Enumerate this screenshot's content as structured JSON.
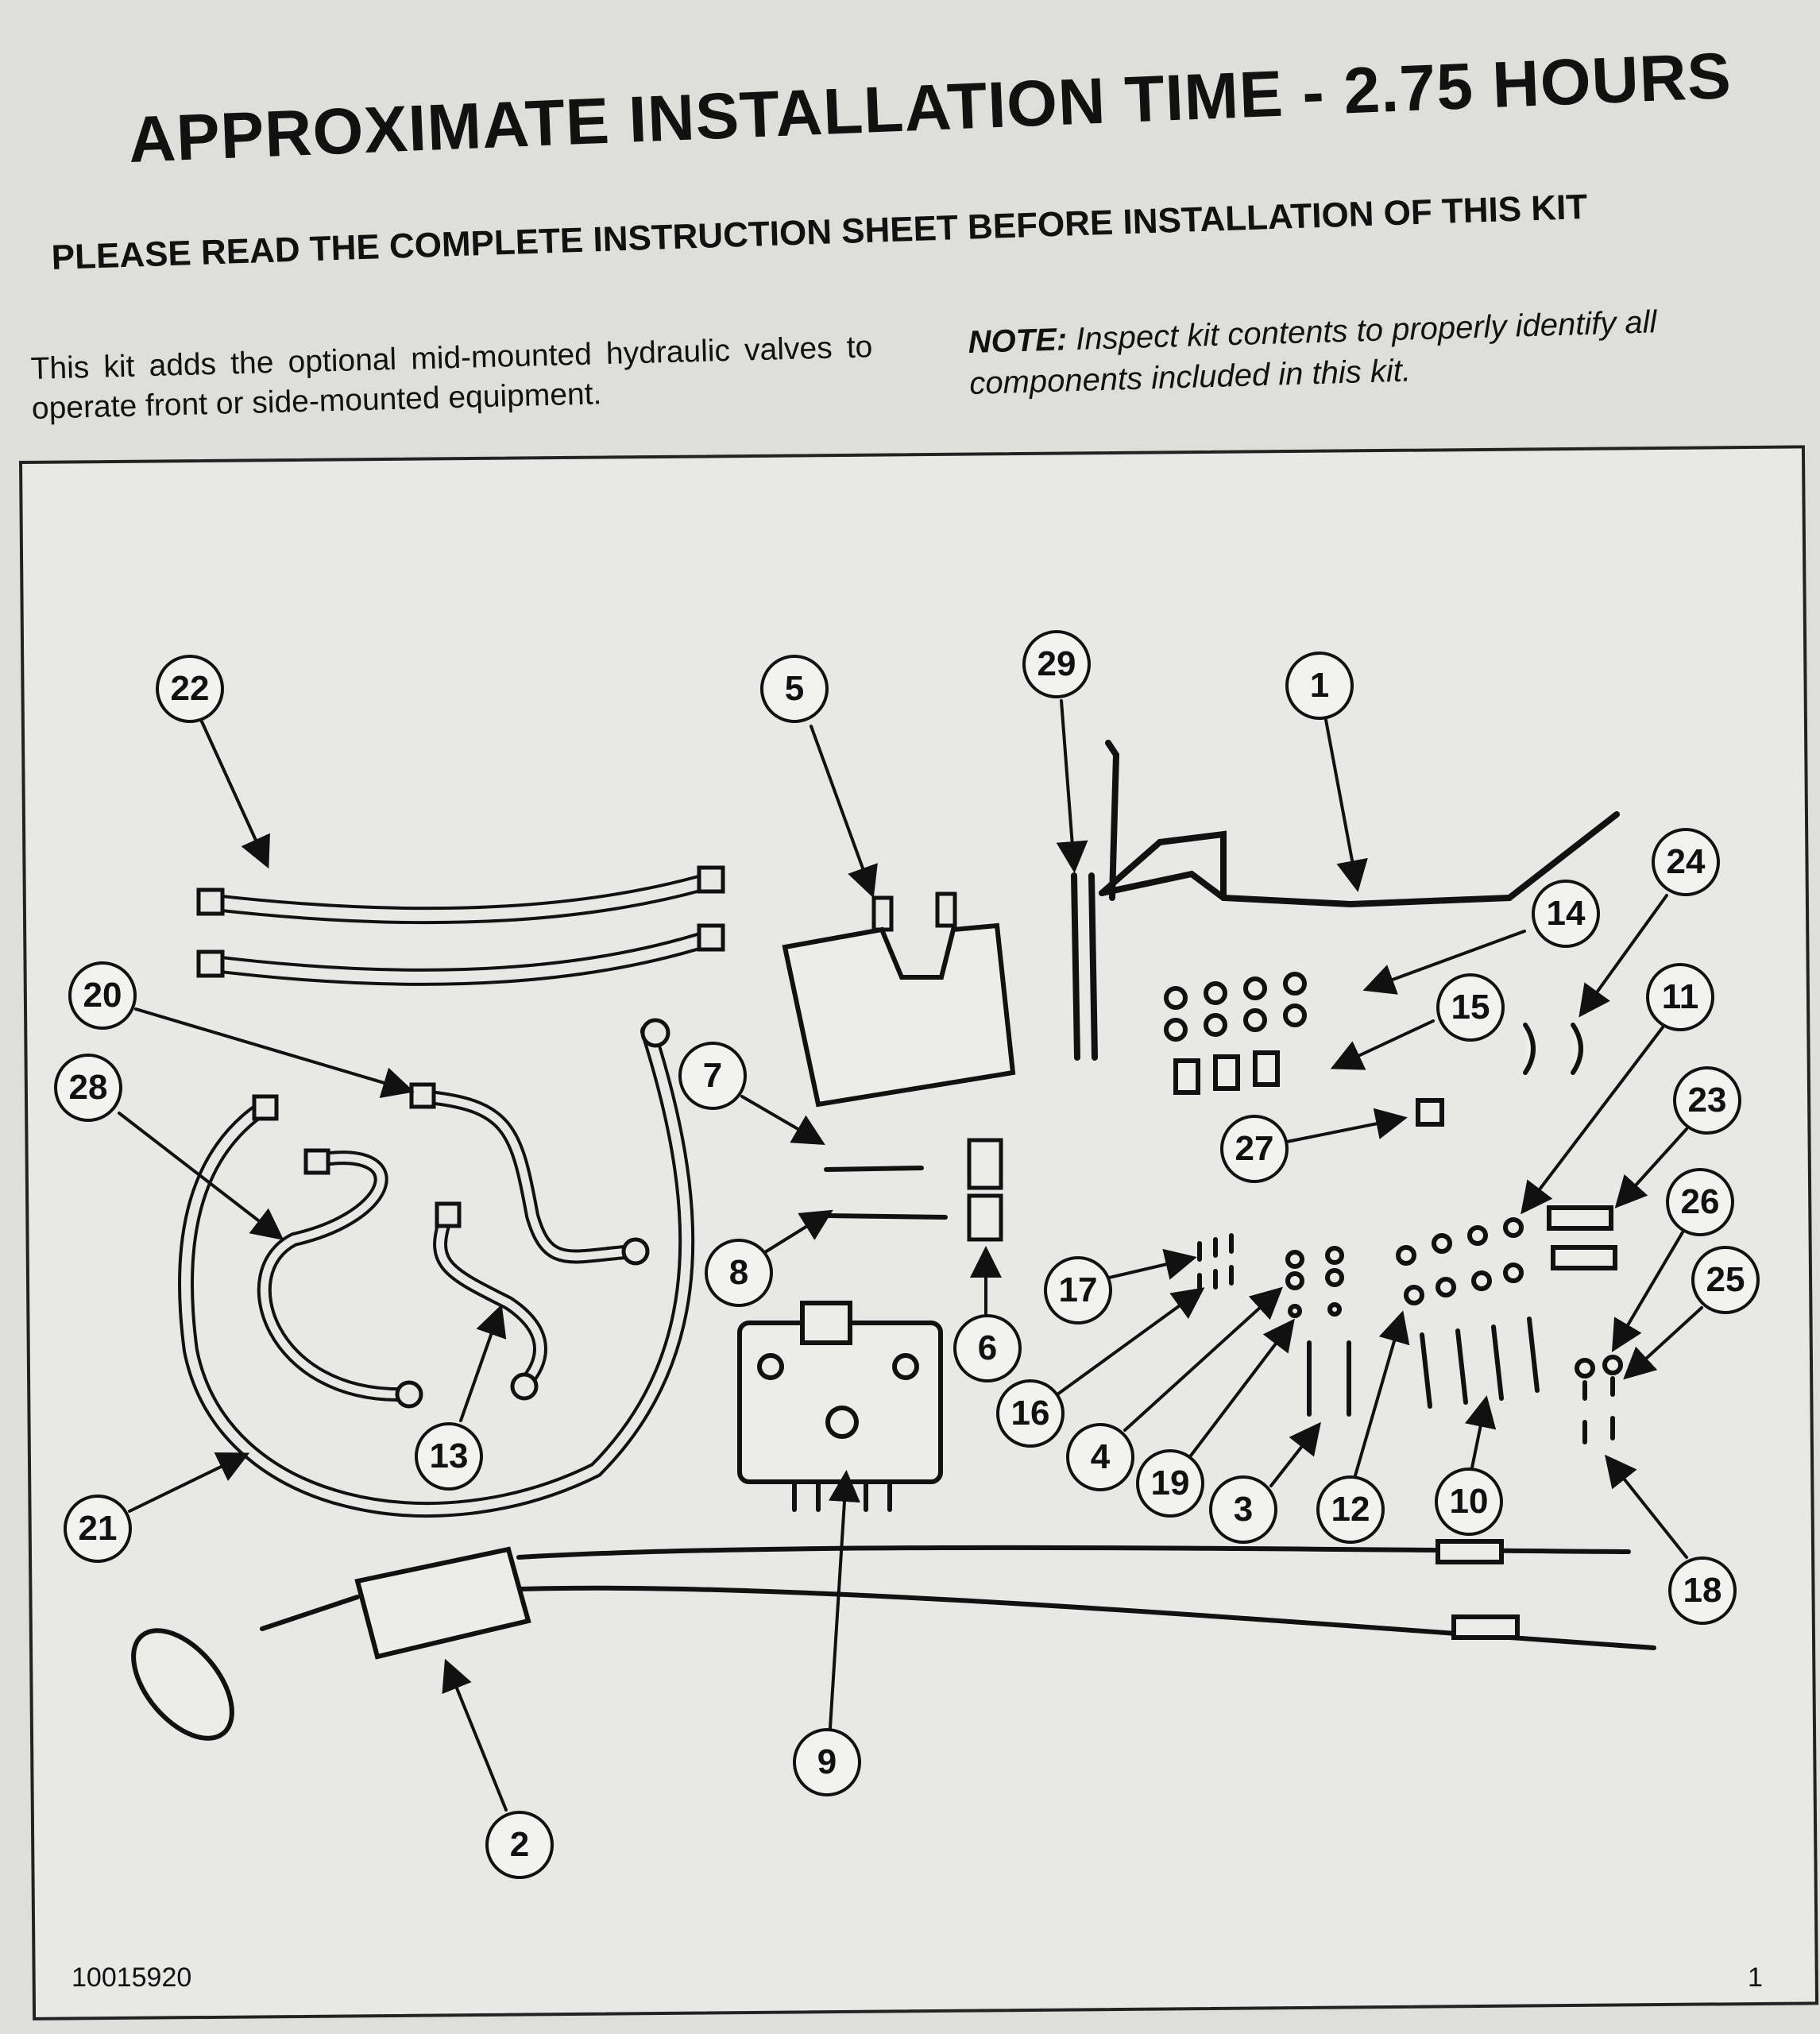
{
  "header": {
    "title": "APPROXIMATE INSTALLATION TIME - 2.75 HOURS",
    "subtitle": "PLEASE READ THE COMPLETE INSTRUCTION SHEET BEFORE INSTALLATION OF THIS KIT"
  },
  "intro": "This kit adds the optional mid-mounted hydraulic valves to operate front or side-mounted equipment.",
  "note": {
    "label": "NOTE:",
    "text": " Inspect kit contents to properly identify all components included in this kit."
  },
  "callouts": {
    "c1": "1",
    "c2": "2",
    "c3": "3",
    "c4": "4",
    "c5": "5",
    "c6": "6",
    "c7": "7",
    "c8": "8",
    "c9": "9",
    "c10": "10",
    "c11": "11",
    "c12": "12",
    "c13": "13",
    "c14": "14",
    "c15": "15",
    "c16": "16",
    "c17": "17",
    "c18": "18",
    "c19": "19",
    "c20": "20",
    "c21": "21",
    "c22": "22",
    "c23": "23",
    "c24": "24",
    "c25": "25",
    "c26": "26",
    "c27": "27",
    "c28": "28",
    "c29": "29"
  },
  "footer": {
    "part_number": "10015920",
    "page": "1"
  }
}
